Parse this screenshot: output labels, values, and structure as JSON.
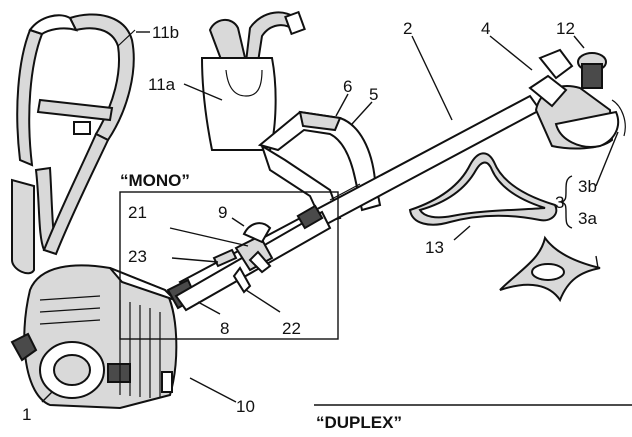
{
  "callouts": {
    "c1": "1",
    "c2": "2",
    "c3": "3",
    "c3a": "3a",
    "c3b": "3b",
    "c4": "4",
    "c5": "5",
    "c6": "6",
    "c8": "8",
    "c9": "9",
    "c10": "10",
    "c11a": "11a",
    "c11b": "11b",
    "c12": "12",
    "c13": "13",
    "c21": "21",
    "c22": "22",
    "c23": "23"
  },
  "labels": {
    "mono": "“MONO”",
    "duplex": "“DUPLEX”"
  }
}
